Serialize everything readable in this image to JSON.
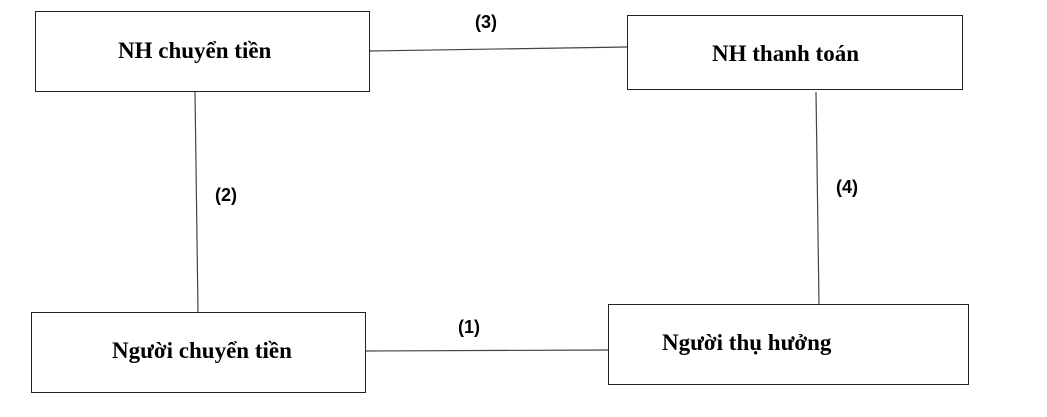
{
  "nodes": {
    "sender_bank": {
      "label": "NH chuyển tiền"
    },
    "paying_bank": {
      "label": "NH thanh toán"
    },
    "sender": {
      "label": "Người chuyển tiền"
    },
    "beneficiary": {
      "label": "Người thụ hưởng"
    }
  },
  "edges": {
    "e1": {
      "label": "(1)"
    },
    "e2": {
      "label": "(2)"
    },
    "e3": {
      "label": "(3)"
    },
    "e4": {
      "label": "(4)"
    }
  }
}
